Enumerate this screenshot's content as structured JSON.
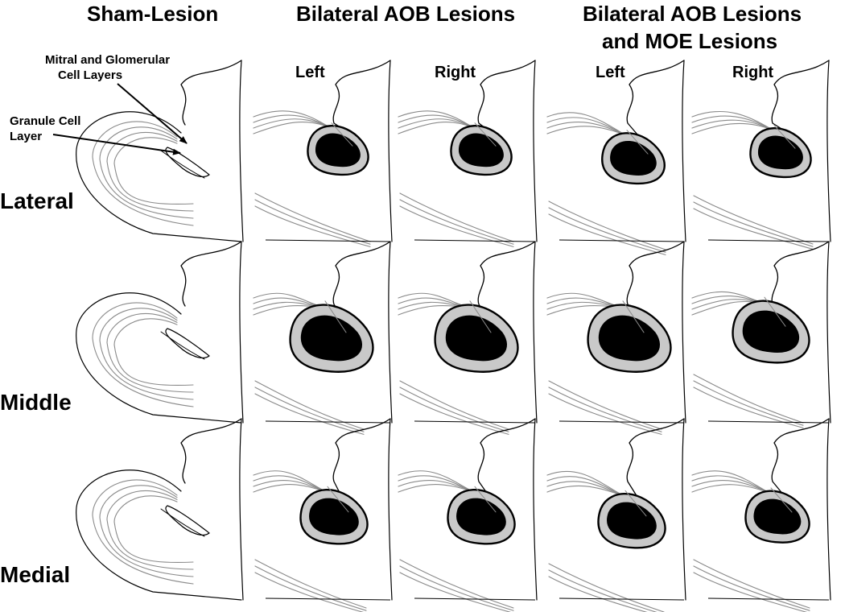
{
  "headers": {
    "sham": "Sham-Lesion",
    "aob": "Bilateral AOB Lesions",
    "aob_moe_line1": "Bilateral AOB Lesions",
    "aob_moe_line2": "and MOE Lesions"
  },
  "subheaders": {
    "left": "Left",
    "right": "Right"
  },
  "rows": {
    "lateral": "Lateral",
    "middle": "Middle",
    "medial": "Medial"
  },
  "annotations": {
    "mitral_line1": "Mitral and Glomerular",
    "mitral_line2": "Cell Layers",
    "granule_line1": "Granule Cell",
    "granule_line2": "Layer"
  },
  "colors": {
    "outline": "#000000",
    "layer_lines": "#8a8a8a",
    "lesion_halo": "#c9c9c9",
    "lesion_core": "#000000"
  }
}
